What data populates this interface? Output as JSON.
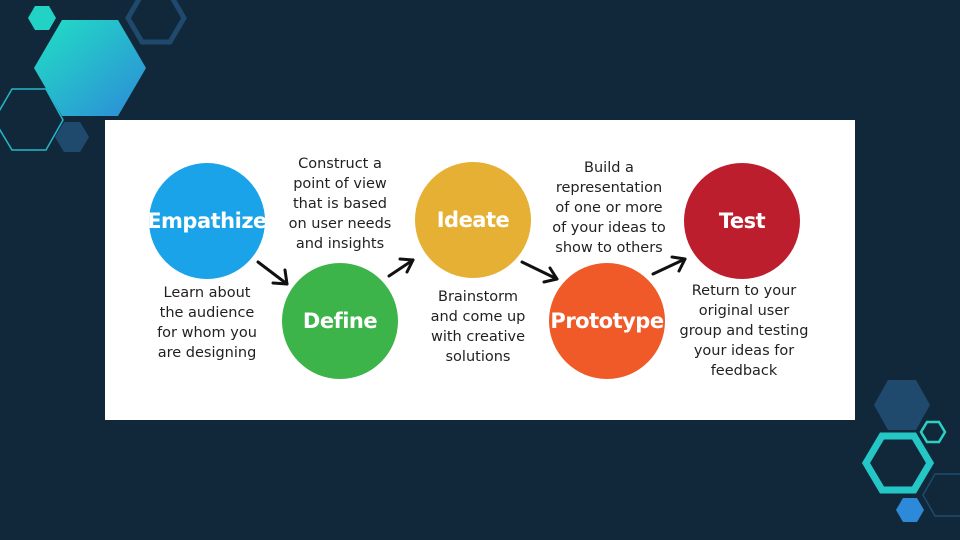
{
  "colors": {
    "background": "#11283b",
    "panel": "#ffffff",
    "empathize": "#1aa3e8",
    "define": "#3cb44a",
    "ideate": "#e5b033",
    "prototype": "#ef5a28",
    "test": "#bd1e2d",
    "text": "#231f20"
  },
  "stages": [
    {
      "name": "Empathize",
      "description": "Learn about the audience for whom you are designing"
    },
    {
      "name": "Define",
      "description": "Construct a point of view that is based on user needs and insights"
    },
    {
      "name": "Ideate",
      "description": "Brainstorm and come up with creative solutions"
    },
    {
      "name": "Prototype",
      "description": "Build a representation of one or more of your ideas to show to others"
    },
    {
      "name": "Test",
      "description": "Return to your original user group and testing your ideas for feedback"
    }
  ],
  "description_lines": {
    "empathize": [
      "Learn about",
      "the audience",
      "for whom you",
      "are designing"
    ],
    "define": [
      "Construct a",
      "point of view",
      "that is based",
      "on user needs",
      "and insights"
    ],
    "ideate": [
      "Brainstorm",
      "and come up",
      "with creative",
      "solutions"
    ],
    "prototype": [
      "Build a",
      "representation",
      "of one or more",
      "of your ideas to",
      "show to others"
    ],
    "test": [
      "Return to your",
      "original user",
      "group and testing",
      "your ideas for",
      "feedback"
    ]
  },
  "decorations": {
    "hexagon_icon": "hexagon-icon"
  }
}
